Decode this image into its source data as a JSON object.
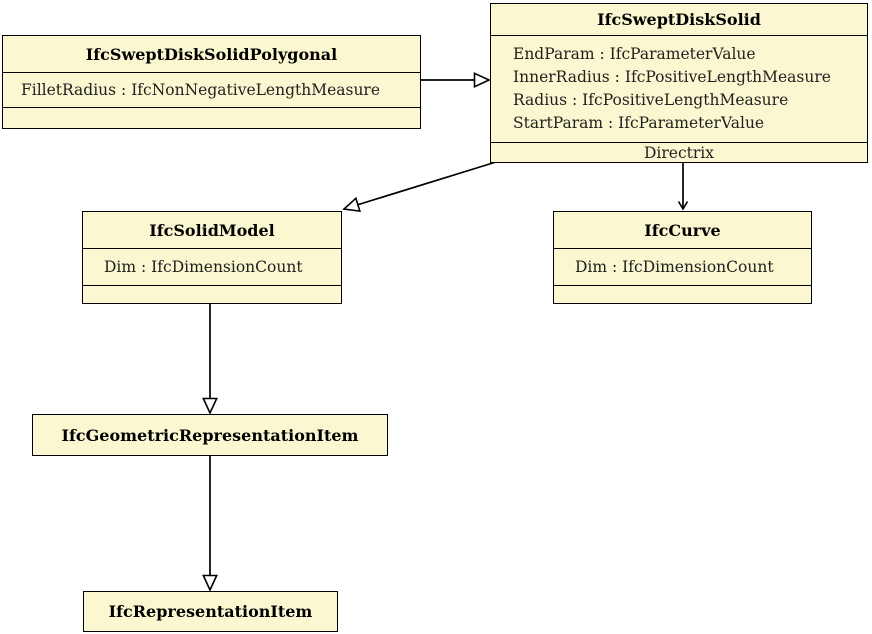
{
  "diagram": {
    "type": "uml-class-diagram",
    "colors": {
      "box_fill": "#FBF7D0",
      "box_border": "#000000",
      "text": "#1f1f1f",
      "background": "#FFFFFF"
    },
    "classes": [
      {
        "name": "IfcSweptDiskSolidPolygonal",
        "attributes": [
          "FilletRadius : IfcNonNegativeLengthMeasure"
        ]
      },
      {
        "name": "IfcSweptDiskSolid",
        "attributes": [
          "EndParam : IfcParameterValue",
          "InnerRadius : IfcPositiveLengthMeasure",
          "Radius : IfcPositiveLengthMeasure",
          "StartParam : IfcParameterValue"
        ],
        "association_label": "Directrix"
      },
      {
        "name": "IfcSolidModel",
        "attributes": [
          "Dim : IfcDimensionCount"
        ]
      },
      {
        "name": "IfcCurve",
        "attributes": [
          "Dim : IfcDimensionCount"
        ]
      },
      {
        "name": "IfcGeometricRepresentationItem",
        "attributes": []
      },
      {
        "name": "IfcRepresentationItem",
        "attributes": []
      }
    ],
    "relationships": [
      {
        "from": "IfcSweptDiskSolidPolygonal",
        "to": "IfcSweptDiskSolid",
        "type": "generalization"
      },
      {
        "from": "IfcSweptDiskSolid",
        "to": "IfcSolidModel",
        "type": "generalization"
      },
      {
        "from": "IfcSweptDiskSolid",
        "to": "IfcCurve",
        "type": "association",
        "label": "Directrix"
      },
      {
        "from": "IfcSolidModel",
        "to": "IfcGeometricRepresentationItem",
        "type": "generalization"
      },
      {
        "from": "IfcGeometricRepresentationItem",
        "to": "IfcRepresentationItem",
        "type": "generalization"
      }
    ]
  }
}
